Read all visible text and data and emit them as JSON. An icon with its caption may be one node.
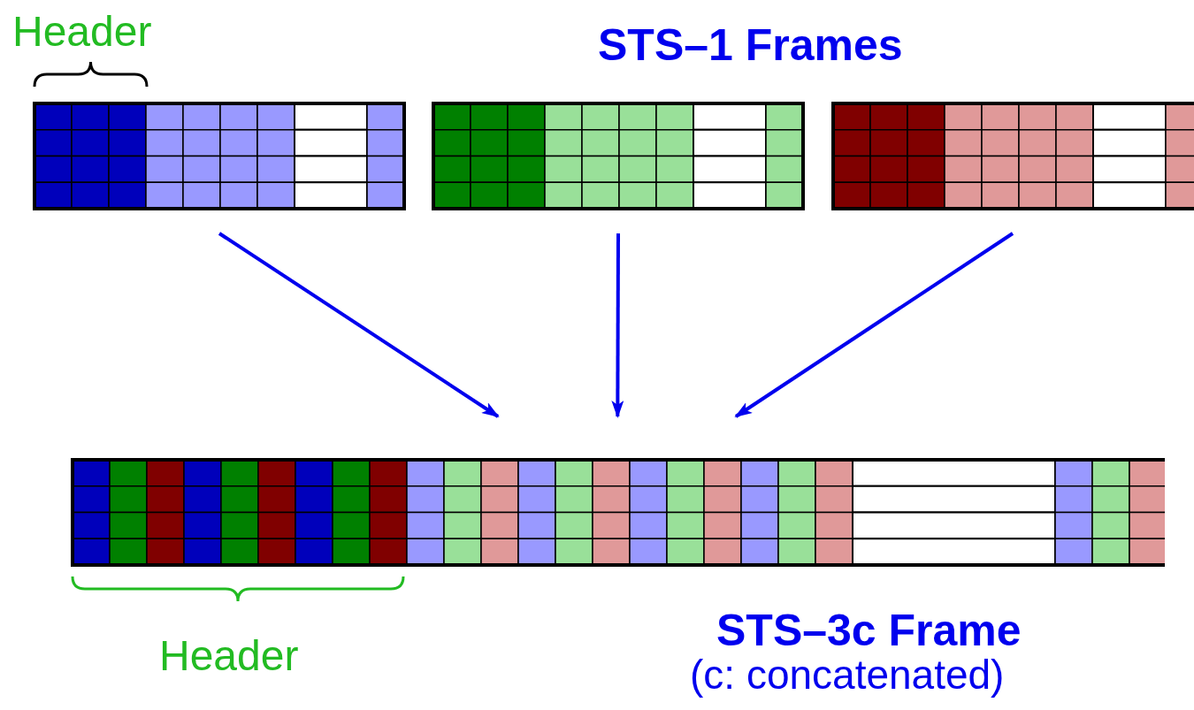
{
  "diagram": {
    "nodes": [
      {
        "text": [],
        "shape": "box"
      },
      {
        "text": [],
        "shape": "box"
      },
      {
        "text": [],
        "shape": "box"
      },
      {
        "text": [],
        "shape": "box"
      }
    ],
    "edges": [
      {
        "from": 0,
        "to": 3,
        "arrow": "to"
      },
      {
        "from": 1,
        "to": 3,
        "arrow": "to"
      },
      {
        "from": 2,
        "to": 3,
        "arrow": "to"
      }
    ],
    "labels": [
      "Header",
      "STS–1 Frames",
      "Header",
      "STS–3c Frame",
      "(c: concatenated)"
    ]
  }
}
